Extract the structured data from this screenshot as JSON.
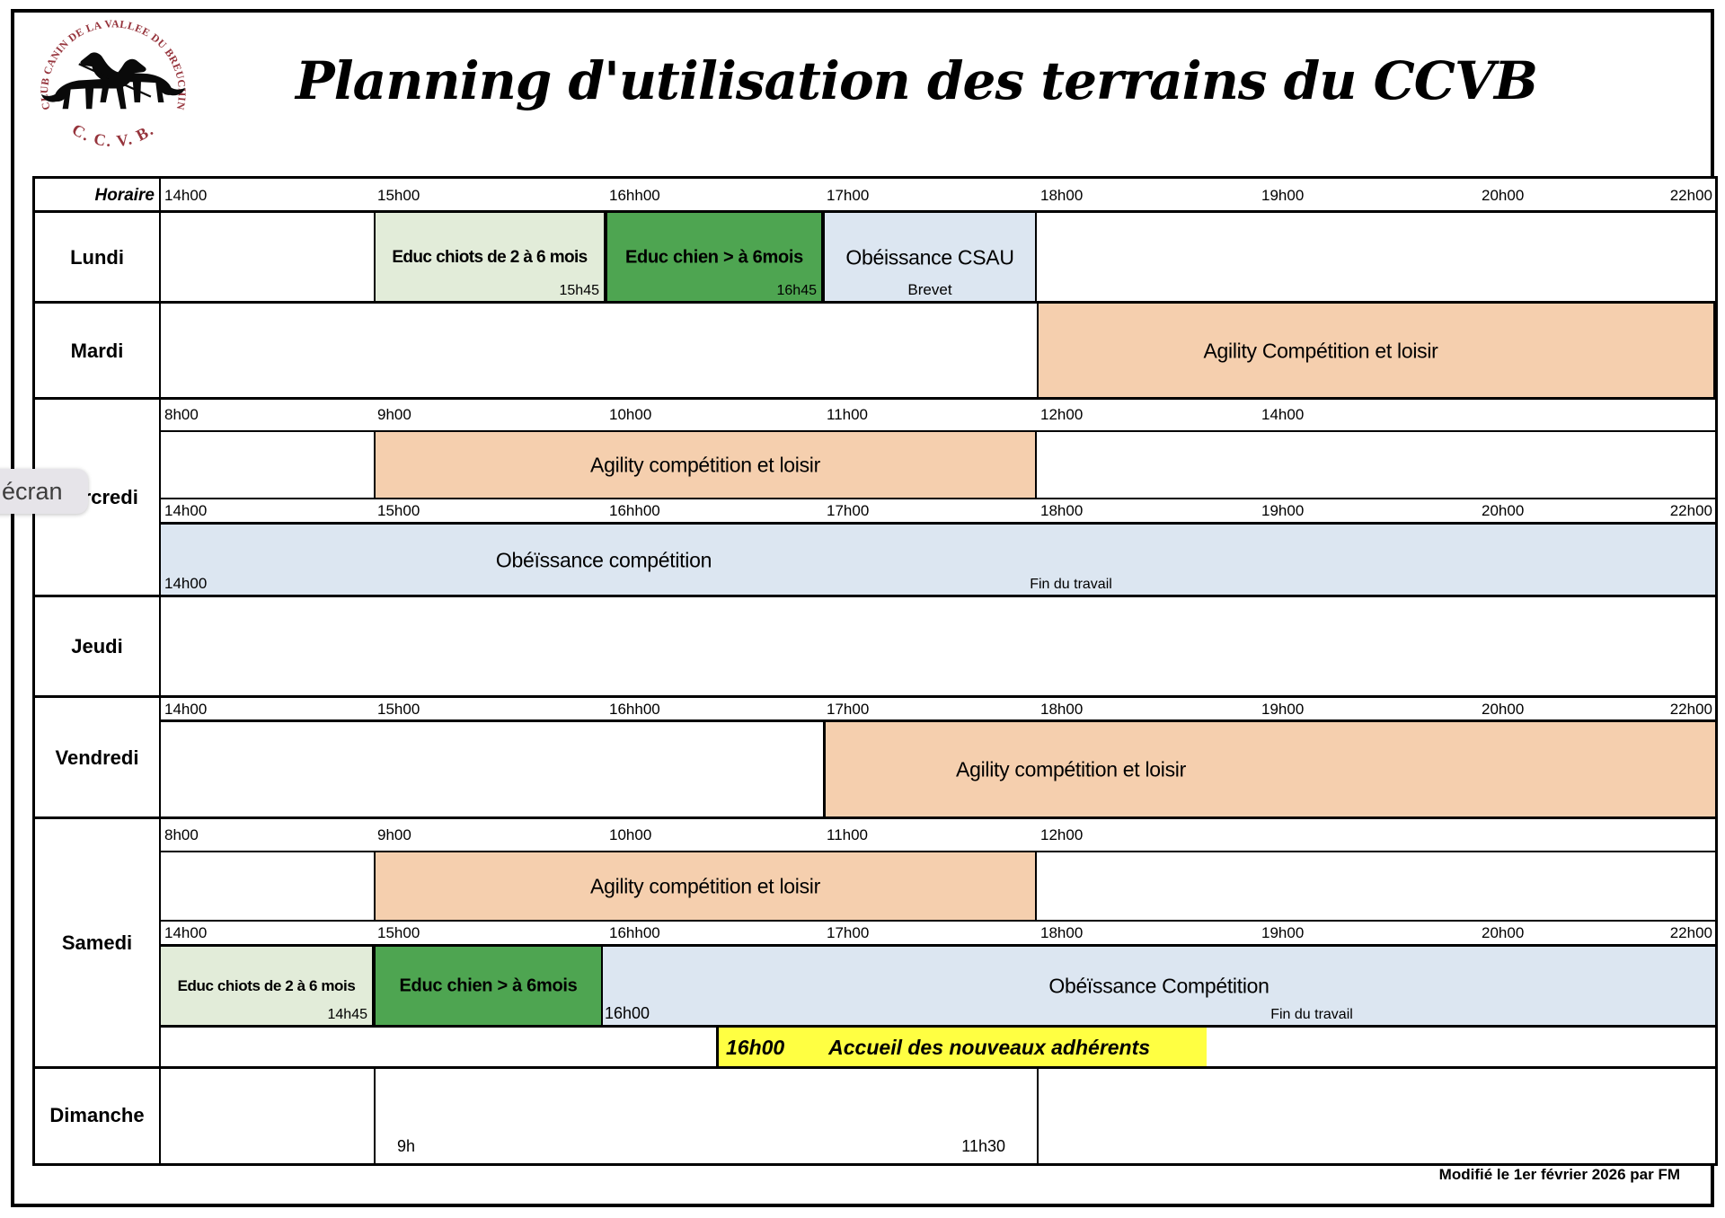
{
  "title": "Planning d'utilisation des terrains du CCVB",
  "logo": {
    "arc_text": "CLUB CANIN DE LA VALLEE DU BREUCHIN",
    "initials": "C. C. V. B."
  },
  "overlay": {
    "label": "écran"
  },
  "header": {
    "label": "Horaire"
  },
  "scales": {
    "afternoon": [
      "14h00",
      "15h00",
      "16hh00",
      "17h00",
      "18h00",
      "19h00",
      "20h00",
      "22h00"
    ],
    "morning_merc": [
      "8h00",
      "9h00",
      "10h00",
      "11h00",
      "12h00",
      "14h00"
    ],
    "morning_sam": [
      "8h00",
      "9h00",
      "10h00",
      "11h00",
      "12h00"
    ]
  },
  "days": {
    "lundi": "Lundi",
    "mardi": "Mardi",
    "mercredi": "Mercredi",
    "jeudi": "Jeudi",
    "vendredi": "Vendredi",
    "samedi": "Samedi",
    "dimanche": "Dimanche"
  },
  "events": {
    "lundi_chiots": {
      "label": "Educ chiots de 2 à 6 mois",
      "end": "15h45"
    },
    "lundi_chien": {
      "label": "Educ chien > à 6mois",
      "end": "16h45"
    },
    "lundi_csau": {
      "label": "Obéissance CSAU",
      "sub": "Brevet"
    },
    "mardi_agility": {
      "label": "Agility Compétition et loisir"
    },
    "mercredi_agility": {
      "label": "Agility compétition et loisir"
    },
    "mercredi_obeissance": {
      "label": "Obéïssance compétition",
      "start": "14h00",
      "note": "Fin du travail"
    },
    "vendredi_agility": {
      "label": "Agility compétition et loisir"
    },
    "samedi_agility": {
      "label": "Agility compétition et loisir"
    },
    "samedi_chiots": {
      "label": "Educ chiots de 2 à 6 mois",
      "end": "14h45"
    },
    "samedi_chien": {
      "label": "Educ chien > à 6mois"
    },
    "samedi_obeissance": {
      "label": "Obéïssance Compétition",
      "start": "16h00",
      "note": "Fin du travail"
    },
    "accueil": {
      "time": "16h00",
      "label": "Accueil des nouveaux adhérents"
    },
    "dimanche": {
      "start": "9h",
      "end": "11h30"
    }
  },
  "footer": {
    "modified": "Modifié le 1er février 2026 par FM"
  },
  "colors": {
    "light_green": "#e2ecd9",
    "green": "#4ea551",
    "light_blue": "#dce6f1",
    "peach": "#f5cfae",
    "yellow": "#ffff42",
    "logo_red": "#96343c"
  }
}
